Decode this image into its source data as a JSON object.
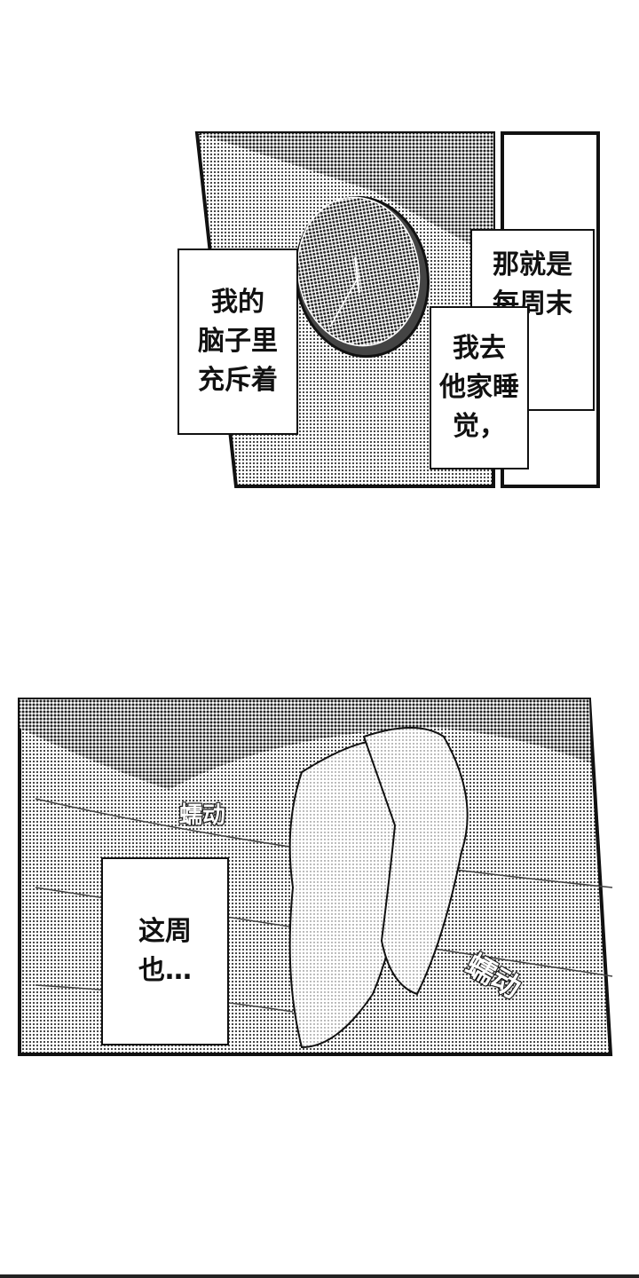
{
  "panel1": {
    "caption_left": "我的\n脑子里\n充斥着",
    "caption_right_top": "那就是\n每周末",
    "caption_right_bottom": "我去\n他家睡\n觉，"
  },
  "panel2": {
    "sfx_top": "蠕动",
    "sfx_right": "蠕动",
    "caption": "这周\n也…"
  }
}
